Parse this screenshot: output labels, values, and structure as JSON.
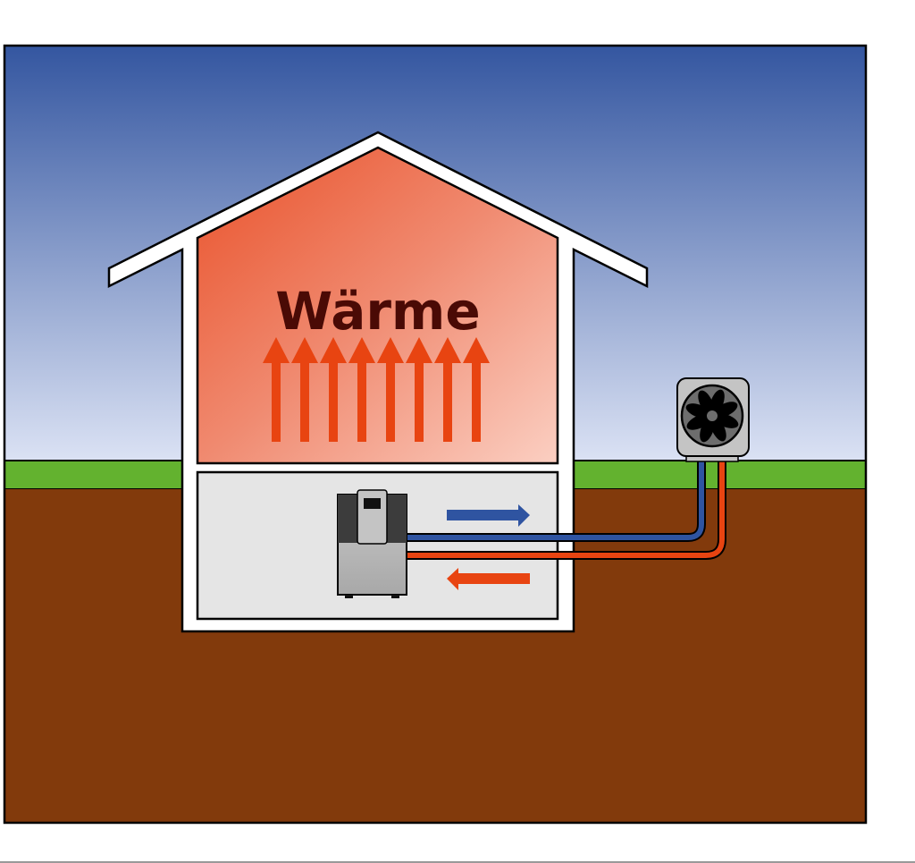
{
  "title": "Wärme",
  "colors": {
    "sky_top": "#3456a0",
    "sky_bottom": "#dbe2f4",
    "grass": "#63b22f",
    "soil": "#823a0c",
    "heat": "#e84411",
    "cold": "#2f54a1",
    "text": "#4a0a05"
  },
  "icons": [
    "heat-up-arrow",
    "indoor-unit",
    "outdoor-fan-unit",
    "flow-arrow-right",
    "flow-arrow-left"
  ]
}
